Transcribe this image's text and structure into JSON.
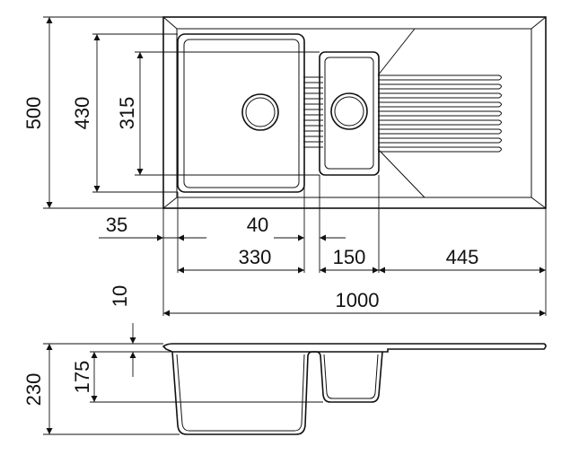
{
  "dimensions": {
    "overall_depth": "500",
    "bowl_outer_depth": "430",
    "small_bowl_depth": "315",
    "rim_offset": "35",
    "divider_width": "40",
    "main_bowl_width": "330",
    "small_bowl_width": "150",
    "drainer_width": "445",
    "overall_width": "1000",
    "rim_thickness": "10",
    "small_bowl_height": "175",
    "overall_height": "230"
  },
  "colors": {
    "line": "#111111",
    "background": "#ffffff"
  }
}
